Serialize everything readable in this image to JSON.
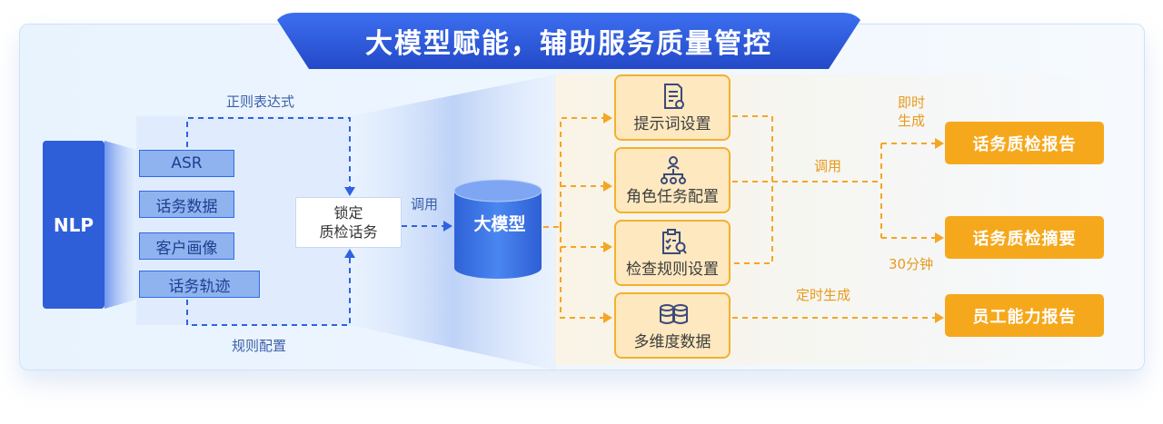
{
  "title": "大模型赋能，辅助服务质量管控",
  "nlp": "NLP",
  "sources": [
    "ASR",
    "话务数据",
    "客户画像",
    "话务轨迹"
  ],
  "lock_box": {
    "line1": "锁定",
    "line2": "质检话务"
  },
  "labels": {
    "regex": "正则表达式",
    "rule_config": "规则配置",
    "invoke_left": "调用",
    "invoke_right": "调用",
    "instant": {
      "line1": "即时",
      "line2": "生成"
    },
    "thirty_min": "30分钟",
    "scheduled": "定时生成"
  },
  "llm": "大模型",
  "config_boxes": [
    {
      "label": "提示词设置",
      "icon": "document-settings-icon"
    },
    {
      "label": "角色任务配置",
      "icon": "org-chart-icon"
    },
    {
      "label": "检查规则设置",
      "icon": "clipboard-search-icon"
    },
    {
      "label": "多维度数据",
      "icon": "database-stack-icon"
    }
  ],
  "outputs": [
    "话务质检报告",
    "话务质检摘要",
    "员工能力报告"
  ],
  "colors": {
    "title_bg": "#2f5fd8",
    "nlp_bg": "#2f5fd8",
    "source_bg": "#8fb3ef",
    "orange": "#f5a623",
    "output_bg": "#f6a81c",
    "dash_blue": "#2f62e0"
  }
}
